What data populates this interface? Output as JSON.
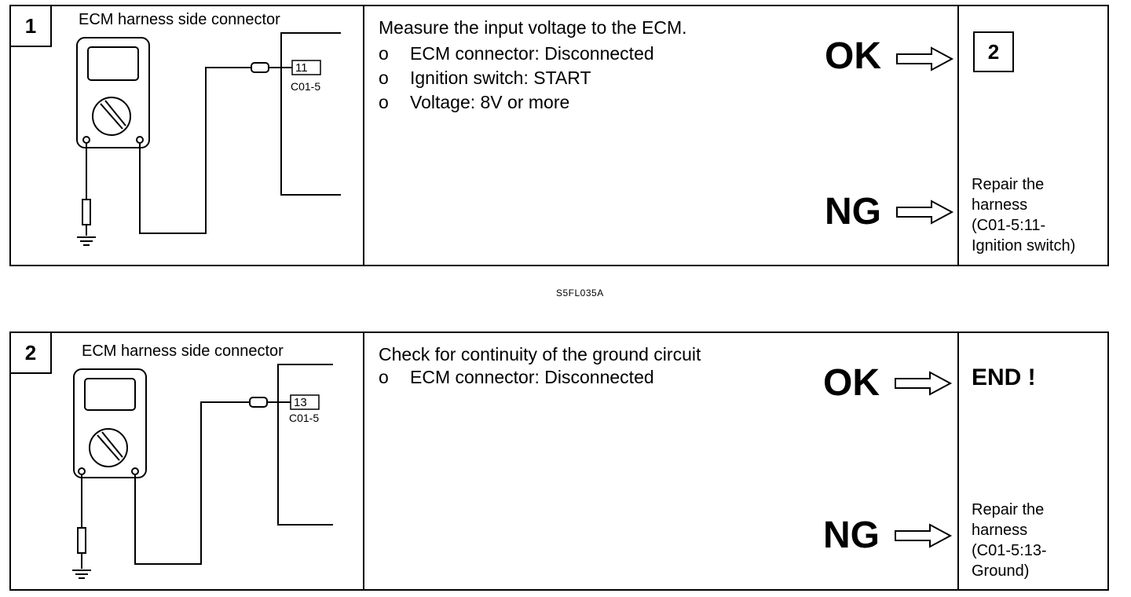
{
  "figure_code": "S5FL035A",
  "steps": [
    {
      "number": "1",
      "connector_title": "ECM harness side connector",
      "pin": "11",
      "connector_id": "C01-5",
      "heading": "Measure the input voltage to the ECM.",
      "bullet_mark": "o",
      "bullets": [
        "ECM connector: Disconnected",
        "Ignition switch: START",
        "Voltage: 8V or more"
      ],
      "ok_label": "OK",
      "ng_label": "NG",
      "ok_result": "2",
      "ng_result": [
        "Repair the",
        "harness",
        "(C01-5:11-",
        "Ignition switch)"
      ]
    },
    {
      "number": "2",
      "connector_title": "ECM harness side connector",
      "pin": "13",
      "connector_id": "C01-5",
      "heading": "Check for continuity of the ground circuit",
      "bullet_mark": "o",
      "bullets": [
        "ECM connector: Disconnected"
      ],
      "ok_label": "OK",
      "ng_label": "NG",
      "ok_result": "END !",
      "ng_result": [
        "Repair the",
        "harness",
        "(C01-5:13-",
        "Ground)"
      ]
    }
  ]
}
